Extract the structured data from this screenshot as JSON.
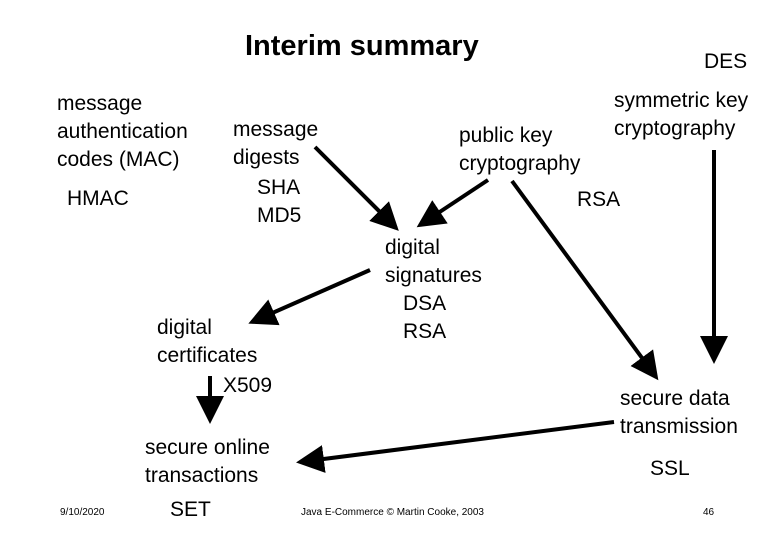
{
  "slide": {
    "title": "Interim summary",
    "footer": {
      "date": "9/10/2020",
      "credit": "Java E-Commerce © Martin Cooke, 2003",
      "page": "46"
    }
  },
  "nodes": {
    "mac": {
      "label": "message\nauthentication\ncodes (MAC)",
      "example": "HMAC"
    },
    "digests": {
      "label": "message\ndigests",
      "examples": "SHA\nMD5"
    },
    "public_key": {
      "label": "public key\ncryptography",
      "example": "RSA"
    },
    "symmetric": {
      "example_top": "DES",
      "label": "symmetric key\ncryptography"
    },
    "signatures": {
      "label": "digital\nsignatures",
      "examples": "DSA\nRSA"
    },
    "certificates": {
      "label": "digital\ncertificates",
      "example": "X509"
    },
    "secure_data": {
      "label": "secure data\ntransmission",
      "example": "SSL"
    },
    "secure_online": {
      "label": "secure online\ntransactions",
      "example": "SET"
    }
  }
}
